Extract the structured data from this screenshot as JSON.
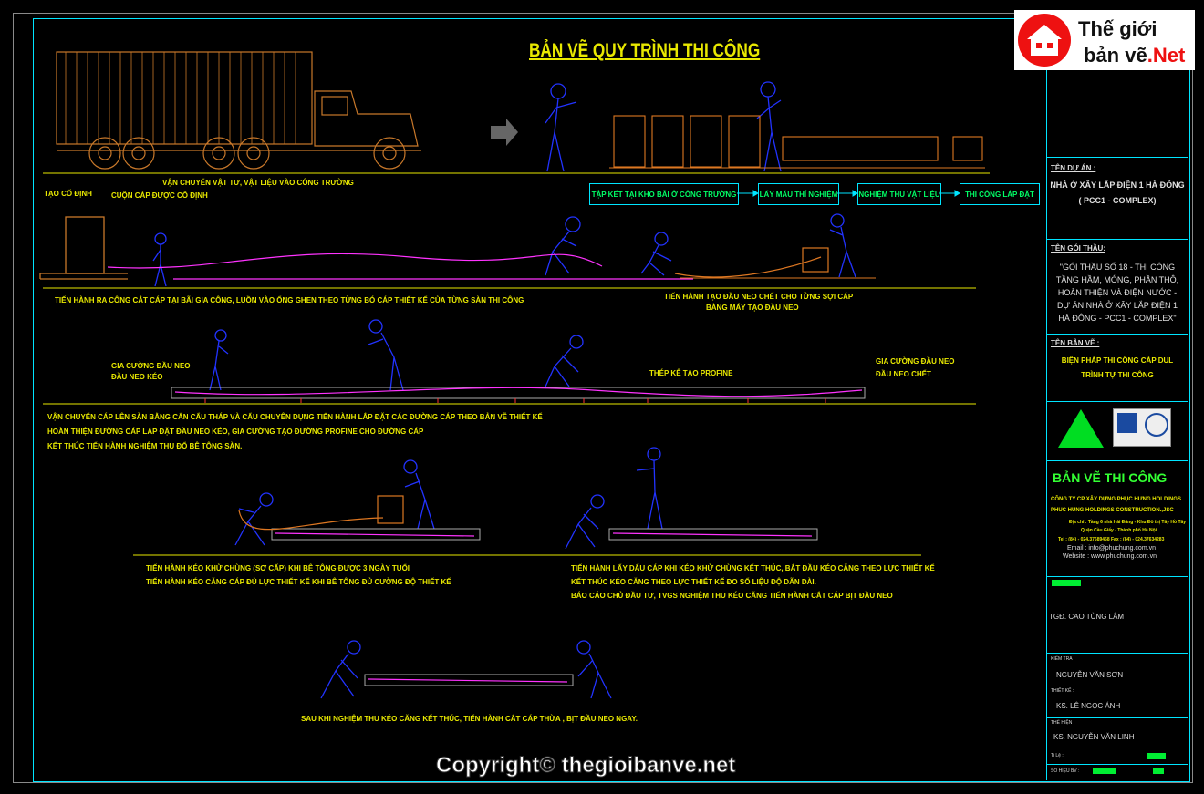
{
  "drawing": {
    "title": "BẢN VẼ QUY TRÌNH THI CÔNG",
    "row1_caption": "VẬN CHUYỂN VẬT TƯ, VẬT LIỆU VÀO CÔNG TRƯỜNG",
    "flow_steps": [
      "TẬP KẾT TẠI KHO BÃI Ở CÔNG TRƯỜNG",
      "LẤY MẪU THÍ NGHIỆM",
      "NGHIỆM THU VẬT LIỆU",
      "THI CÔNG LẮP ĐẶT"
    ],
    "row2_label_frame": "TẠO CỐ ĐỊNH",
    "row2_label_coil": "CUỘN CÁP ĐƯỢC CỐ ĐỊNH",
    "row2_caption_left": "TIẾN HÀNH RA CÔNG CẮT CÁP TẠI BÃI GIA CÔNG, LUỒN VÀO ỐNG GHEN THEO TỪNG BÓ CÁP THIẾT KẾ CỦA TỪNG SÀN THI CÔNG",
    "row2_caption_right_1": "TIẾN HÀNH TẠO ĐẦU NEO CHẾT CHO TỪNG SỢI CÁP",
    "row2_caption_right_2": "BẰNG MÁY TẠO ĐẦU NEO",
    "row3_label_left_1": "GIA CƯỜNG ĐẦU NEO",
    "row3_label_left_2": "ĐẦU NEO KÉO",
    "row3_label_mid": "THÉP KÊ TẠO PROFINE",
    "row3_label_right_1": "GIA CƯỜNG ĐẦU NEO",
    "row3_label_right_2": "ĐẦU NEO CHẾT",
    "row3_caption_1": "VẬN CHUYỂN CÁP LÊN SÀN BẰNG CẨN CẨU THÁP VÀ CẨU CHUYÊN DỤNG TIẾN HÀNH LẮP ĐẶT CÁC ĐƯỜNG CÁP THEO BẢN VẼ THIẾT KẾ",
    "row3_caption_2": "HOÀN THIỆN ĐƯỜNG CÁP LẮP ĐẶT ĐẦU NEO KÉO, GIA CƯỜNG TẠO ĐƯỜNG PROFINE CHO ĐƯỜNG CÁP",
    "row3_caption_3": "KẾT THÚC TIẾN HÀNH NGHIỆM THU ĐỔ BÊ TÔNG SÀN.",
    "row4_left_1": "TIẾN HÀNH KÉO KHỬ CHÙNG (SƠ CẤP) KHI BÊ TÔNG ĐƯỢC 3 NGÀY TUỔI",
    "row4_left_2": "TIẾN HÀNH KÉO CĂNG CÁP ĐỦ LỰC THIẾT KẾ KHI BÊ TÔNG ĐỦ CƯỜNG ĐỘ THIẾT KẾ",
    "row4_right_1": "TIẾN HÀNH LẤY DẤU CÁP KHI KÉO KHỬ CHÙNG KẾT THÚC, BẮT ĐẦU KÉO CĂNG THEO LỰC THIẾT KẾ",
    "row4_right_2": "KẾT THÚC KÉO CĂNG THEO LỰC THIẾT KẾ ĐO SỐ LIỆU ĐỘ DÃN DÀI.",
    "row4_right_3": "BÁO CÁO CHỦ ĐẦU TƯ, TVGS NGHIỆM THU KÉO CĂNG TIẾN HÀNH CẮT CÁP BỊT ĐẦU NEO",
    "row5_caption": "SAU KHI NGHIỆM THU KÉO CĂNG KẾT THÚC, TIẾN HÀNH CẮT CÁP THỪA , BỊT ĐẦU NEO NGAY."
  },
  "title_block": {
    "project_label": "TÊN DỰ ÁN :",
    "project_1": "NHÀ Ở XÂY LẮP ĐIỆN 1 HÀ ĐÔNG",
    "project_2": "( PCC1 - COMPLEX)",
    "package_label": "TÊN GÓI THẦU:",
    "package_1": "\"GÓI THẦU SỐ 18 - THI CÔNG",
    "package_2": "TẦNG HẦM, MÓNG, PHẦN THÔ,",
    "package_3": "HOÀN THIỆN VÀ ĐIỆN NƯỚC -",
    "package_4": "DỰ ÁN NHÀ Ở XÂY LẮP ĐIỆN 1",
    "package_5": "HÀ ĐÔNG - PCC1 - COMPLEX\"",
    "drawing_label": "TÊN BẢN VẼ :",
    "drawing_1": "BIỆN PHÁP THI CÔNG CÁP DUL",
    "drawing_2": "TRÌNH TỰ THI CÔNG",
    "stage": "BẢN VẼ THI CÔNG",
    "company_1": "CÔNG TY CP XÂY DỰNG PHỤC HƯNG HOLDINGS",
    "company_2": "PHUC HUNG HOLDINGS CONSTRUCTION.,JSC",
    "address_1": "Địa chỉ : Tầng 6 nhà Hải Đăng - Khu Đô thị Tây Hồ Tây",
    "address_2": "Quận Cầu Giấy - Thành phố Hà Nội",
    "phone": "Tel : (84) - 024.37689458   Fax : (84) - 024.37634283",
    "email": "Email : info@phuchung.com.vn",
    "website": "Website : www.phuchung.com.vn",
    "director": "TGĐ. CAO TÙNG LÂM",
    "check_label": "KIỂM TRA :",
    "check_name": "NGUYỄN VĂN SƠN",
    "design_label": "THIẾT KẾ :",
    "design_name": "KS. LÊ NGỌC ÁNH",
    "draw_label": "THỂ HIỆN :",
    "draw_name": "KS. NGUYỄN VĂN LINH",
    "scale_label": "Ti Lệ :",
    "sheet_label": "SỐ HIỆU BV :"
  },
  "logo": {
    "line1": "Thế giới",
    "line2": "bản vẽ",
    "line2_accent": ".Net"
  },
  "watermark": "Copyright© thegioibanve.net",
  "colors": {
    "cyan": "#00e5ff",
    "yellow": "#e8e800",
    "green": "#33ff33",
    "blue_figure": "#2233ff",
    "truck": "#c8782a",
    "magenta_cable": "#ff33ff"
  }
}
